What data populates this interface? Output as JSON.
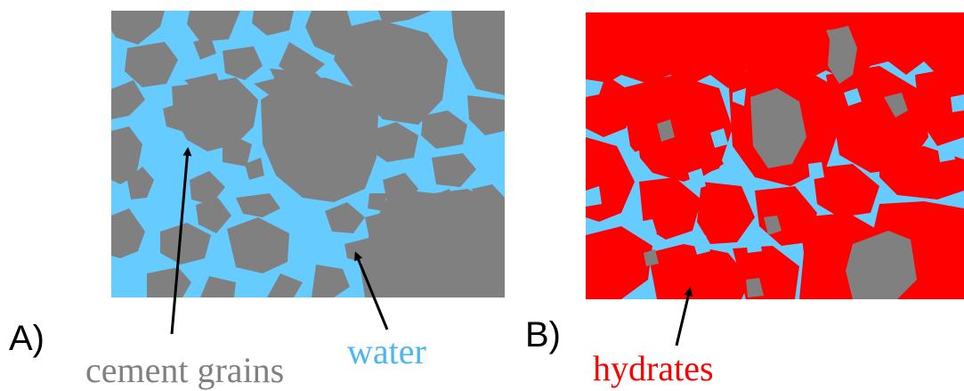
{
  "panels": {
    "a": {
      "label": "A)"
    },
    "b": {
      "label": "B)"
    }
  },
  "captions": {
    "cement": {
      "text": "cement grains",
      "color": "#808080"
    },
    "water": {
      "text": "water",
      "color": "#4ab7f0"
    },
    "hydrates": {
      "text": "hydrates",
      "color": "#ff0000"
    }
  },
  "colors": {
    "water": "#66ccff",
    "cement": "#808080",
    "hydrates": "#ff0000"
  }
}
